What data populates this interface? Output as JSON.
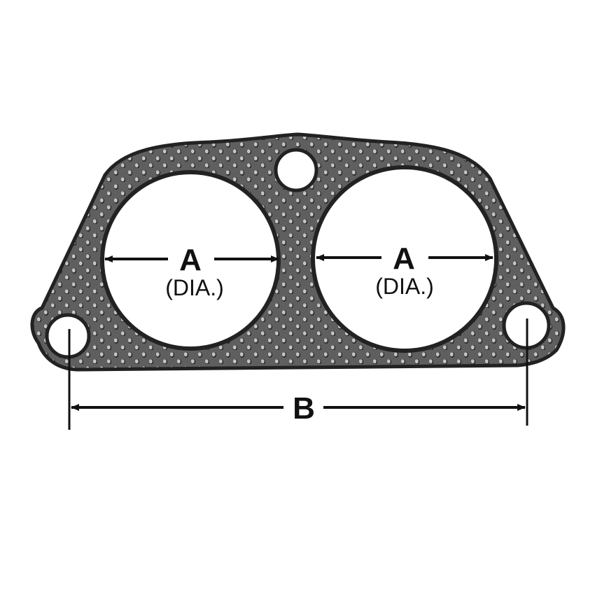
{
  "diagram": {
    "labels": {
      "port_left": {
        "letter": "A",
        "note": "(DIA.)"
      },
      "port_right": {
        "letter": "A",
        "note": "(DIA.)"
      },
      "bolt_spacing": {
        "letter": "B"
      }
    },
    "colors": {
      "gasket_fill": "#5f5f5f",
      "gasket_edge": "#222222",
      "dimple": "#b8b8b8",
      "dimple_shadow": "#2a2a2a",
      "line": "#111111",
      "background": "#ffffff"
    }
  }
}
